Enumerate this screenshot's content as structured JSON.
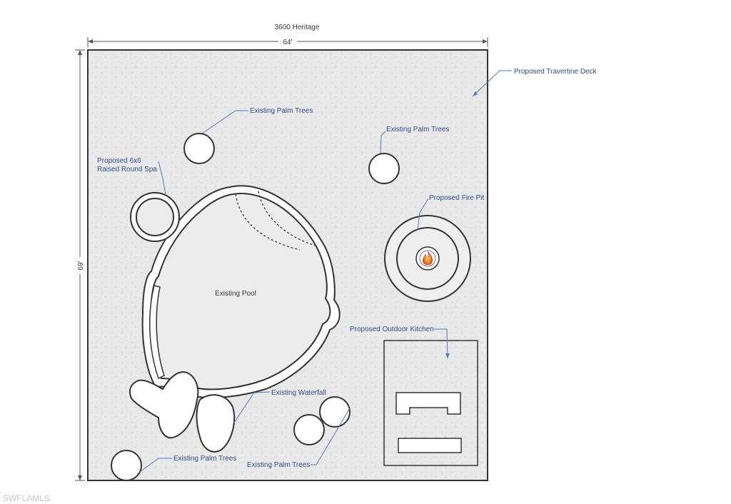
{
  "title": "3600 Heritage",
  "dimensions": {
    "width": "64'",
    "height": "69'"
  },
  "labels": {
    "deck": "Proposed Travertine Deck",
    "palm_top_left": "Existing Palm Trees",
    "palm_top_right": "Existing Palm Trees",
    "spa_line1": "Proposed 6x6",
    "spa_line2": "Raised Round Spa",
    "fire_pit": "Proposed Fire Pit",
    "pool": "Existing Pool",
    "kitchen": "Proposed Outdoor Kitchen",
    "waterfall": "Existing Waterfall",
    "palm_bottom_left": "Existing Palm Trees",
    "palm_bottom_right": "Existing Palm Trees"
  },
  "watermark": "SWFLAMLS",
  "colors": {
    "deck": "#e8e8e8",
    "label": "#2f4f8f",
    "leader": "#4f78c4",
    "flame_outer": "#e0502a",
    "flame_inner": "#f7b733"
  }
}
